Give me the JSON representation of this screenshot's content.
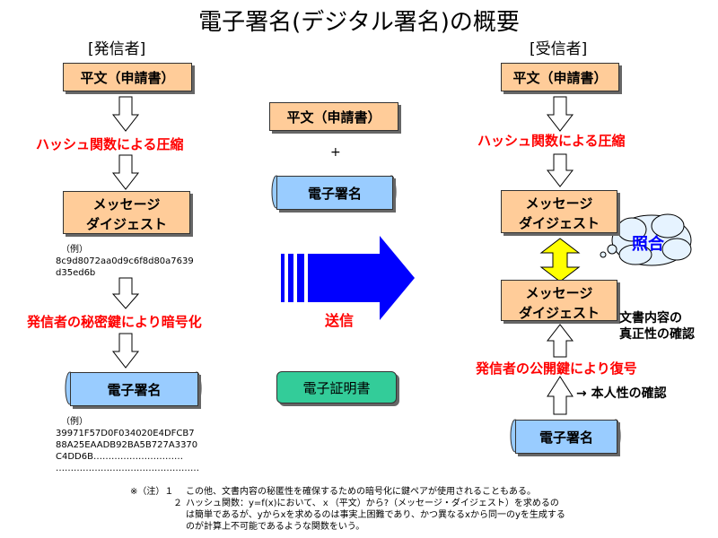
{
  "title": "電子署名(デジタル署名)の概要",
  "sender": {
    "heading": "[発信者]",
    "document": "平文（申請書）",
    "hash_step": "ハッシュ関数による圧縮",
    "digest_line1": "メッセージ",
    "digest_line2": "ダイジェスト",
    "digest_example_label": "（例）",
    "digest_example_1": "8c9d8072aa0d9c6f8d80a7639",
    "digest_example_2": "d35ed6b",
    "encrypt_step": "発信者の秘密鍵により暗号化",
    "signature": "電子署名",
    "sig_example_label": "（例）",
    "sig_example_1": "39971F57D0F034020E4DFCB7",
    "sig_example_2": "88A25EAADB92BA5B727A3370",
    "sig_example_3": "C4DD6B…………………………",
    "sig_example_4": "…………………………………………"
  },
  "middle": {
    "document": "平文（申請書）",
    "plus": "+",
    "signature": "電子署名",
    "send_label": "送信",
    "certificate": "電子証明書"
  },
  "receiver": {
    "heading": "[受信者]",
    "document": "平文（申請書）",
    "hash_step": "ハッシュ関数による圧縮",
    "digest_line1": "メッセージ",
    "digest_line2": "ダイジェスト",
    "compare": "照合",
    "digest2_line1": "メッセージ",
    "digest2_line2": "ダイジェスト",
    "integrity_line1": "文書内容の",
    "integrity_line2": "真正性の確認",
    "decrypt_step": "発信者の公開鍵により復号",
    "identity_check": "→ 本人性の確認",
    "signature": "電子署名"
  },
  "notes": {
    "prefix": "※（注）１",
    "note1": "この他、文書内容の秘匿性を確保するための暗号化に鍵ペアが使用されることもある。",
    "num2": "２",
    "note2_1": "ハッシュ関数：y=f(x)において、ｘ（平文）から?（メッセージ・ダイジェスト）を求めるの",
    "note2_2": "は簡単であるが、yからxを求めるのは事実上困難であり、かつ異なるxから同一のyを生成する",
    "note2_3": "のが計算上不可能であるような関数をいう。"
  },
  "colors": {
    "document_fill": "#ffcc99",
    "signature_fill": "#99ccff",
    "certificate_fill": "#33cc99",
    "step_text": "#ff0000",
    "send_arrow": "#0000ff",
    "compare_arrow": "#ffff00",
    "cloud_fill": "#e6f3ff"
  }
}
